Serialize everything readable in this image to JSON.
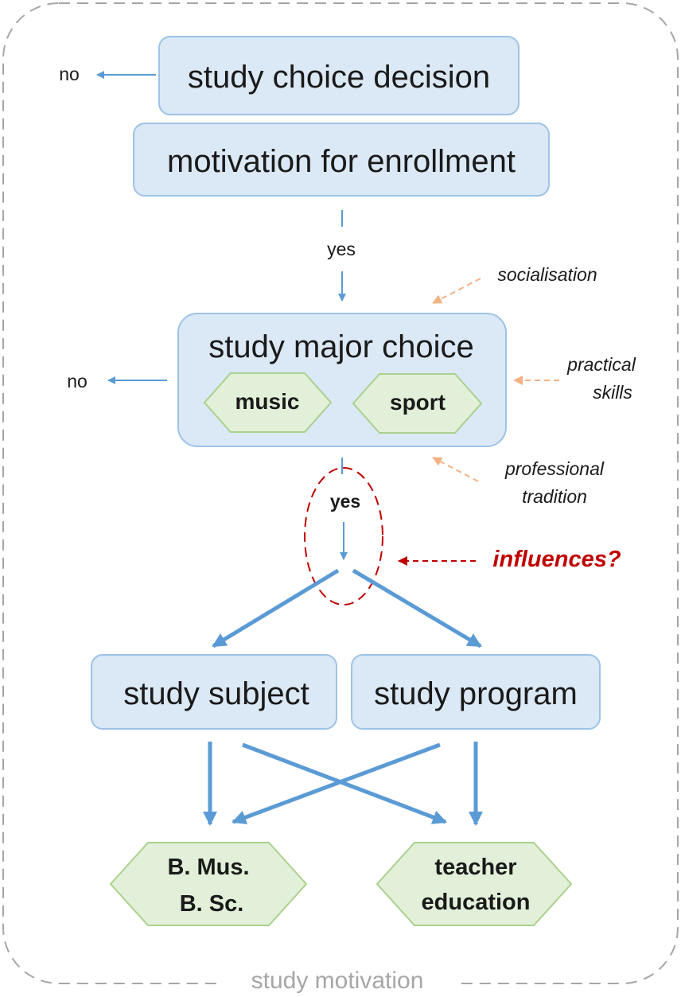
{
  "frame": {
    "label": "study motivation"
  },
  "nodes": {
    "study_choice_decision": "study choice decision",
    "motivation_for_enrollment": "motivation for enrollment",
    "study_major_choice": "study major choice",
    "music": "music",
    "sport": "sport",
    "study_subject": "study subject",
    "study_program": "study program",
    "bmus_line1": "B. Mus.",
    "bmus_line2": "B. Sc.",
    "teacher_line1": "teacher",
    "teacher_line2": "education"
  },
  "labels": {
    "no_top": "no",
    "no_middle": "no",
    "yes_first": "yes",
    "yes_second": "yes"
  },
  "influences": {
    "socialisation": "socialisation",
    "practical_line1": "practical",
    "practical_line2": "skills",
    "professional_line1": "professional",
    "professional_line2": "tradition",
    "question": "influences?"
  },
  "colors": {
    "box_fill": "#dbe8f5",
    "box_border": "#9dc3e6",
    "hexagon_fill": "#e2f0d9",
    "hexagon_border": "#a9d18e",
    "arrow": "#5b9bd5",
    "influence_arrow": "#f4b183",
    "question_accent": "#c00000",
    "frame": "#a6a6a6"
  }
}
